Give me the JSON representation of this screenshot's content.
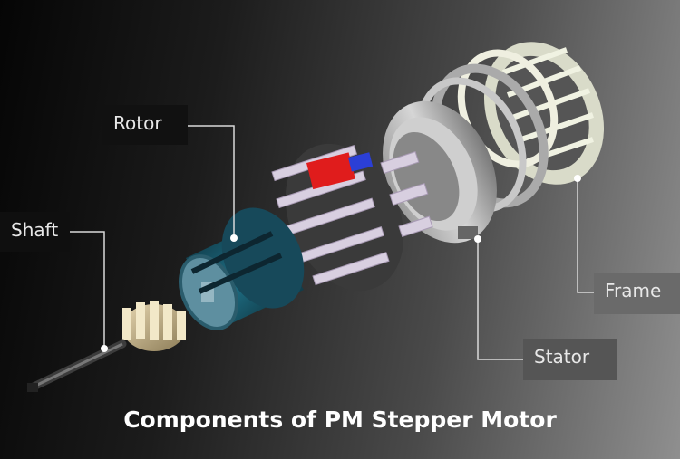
{
  "labels": {
    "rotor": "Rotor",
    "shaft": "Shaft",
    "frame": "Frame",
    "stator": "Stator"
  },
  "caption": "Components of PM Stepper Motor",
  "colors": {
    "magnet_red": "#e01c1c",
    "magnet_blue": "#2b3fd6",
    "rotor_body": "#1e6f85",
    "leader_line": "#d9d9d9"
  }
}
